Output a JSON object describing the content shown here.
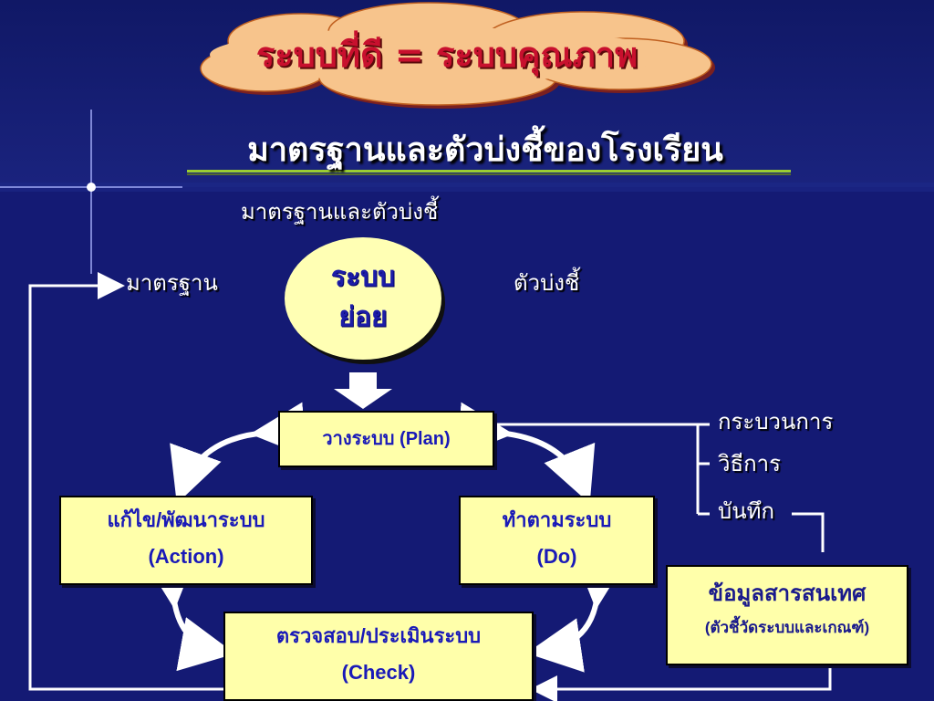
{
  "cloud": {
    "text": "ระบบที่ดี = ระบบคุณภาพ"
  },
  "title": "มาตรฐานและตัวบ่งชี้ของโรงเรียน",
  "subtitle": "มาตรฐานและตัวบ่งชี้",
  "left_label": "มาตรฐาน",
  "right_label": "ตัวบ่งชี้",
  "circle": {
    "line1": "ระบบ",
    "line2": "ย่อย"
  },
  "plan": {
    "label": "วางระบบ (Plan)"
  },
  "action": {
    "line1": "แก้ไข/พัฒนาระบบ",
    "line2": "(Action)"
  },
  "do": {
    "line1": "ทำตามระบบ",
    "line2": "(Do)"
  },
  "check": {
    "line1": "ตรวจสอบ/ประเมินระบบ",
    "line2": "(Check)"
  },
  "info": {
    "line1": "ข้อมูลสารสนเทศ",
    "line2": "(ตัวชี้วัดระบบและเกณฑ์)"
  },
  "plan_items": [
    "กระบวนการ",
    "วิธีการ",
    "บันทึก"
  ],
  "colors": {
    "background": "#141a6e",
    "box_fill": "#ffffaa",
    "box_text": "#1a1ab8",
    "cloud_fill": "#f7c48c",
    "cloud_text": "#c8102e",
    "underline": "#9acd32"
  }
}
